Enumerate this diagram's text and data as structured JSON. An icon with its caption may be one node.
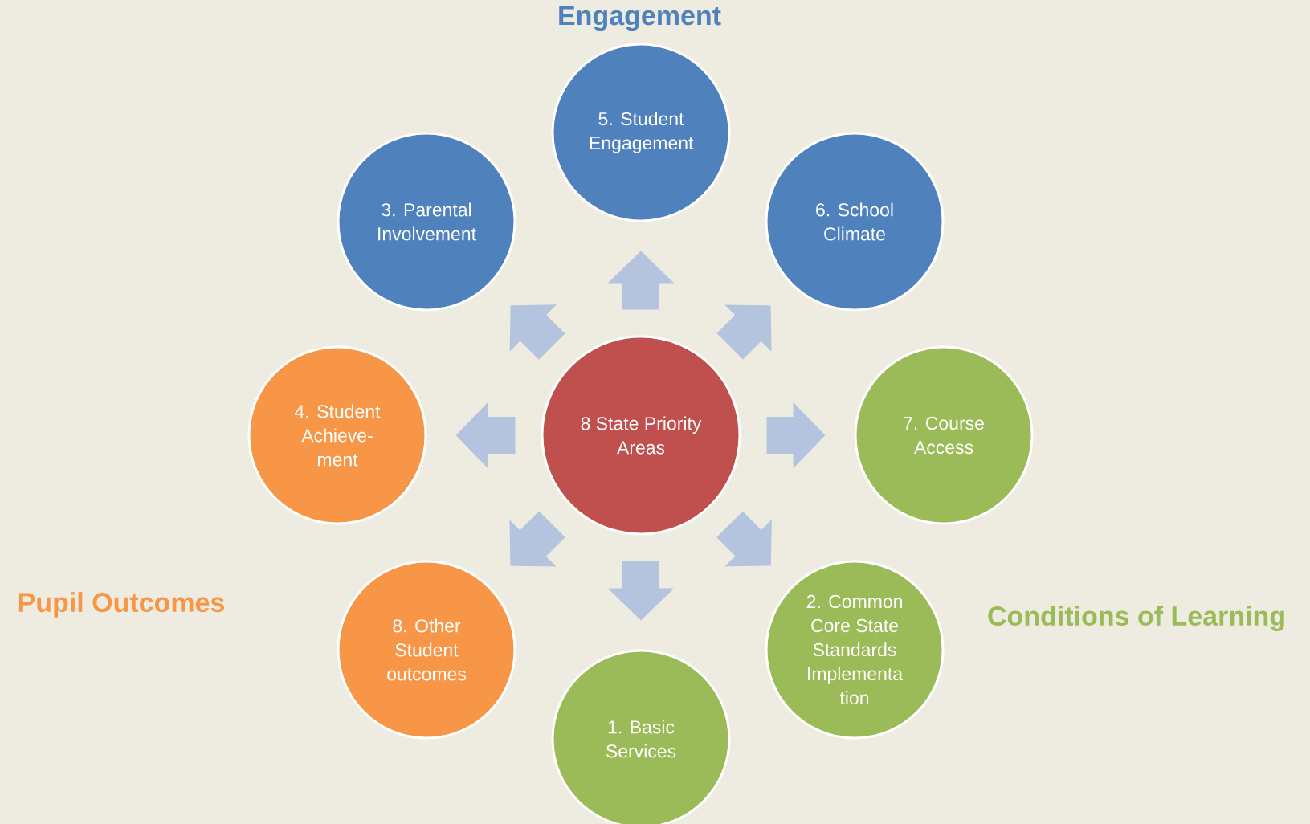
{
  "diagram": {
    "nodes": [
      {
        "text": [
          "5. Student Engagement"
        ]
      },
      {
        "text": [
          "3. Parental Involvement"
        ]
      },
      {
        "text": [
          "6. School Climate"
        ]
      },
      {
        "text": [
          "8 State Priority Areas"
        ]
      },
      {
        "text": [
          "4. Student Achieve- ment"
        ]
      },
      {
        "text": [
          "7. Course Access"
        ]
      },
      {
        "text": [
          "8. Other Student outcomes"
        ]
      },
      {
        "text": [
          "2. Common Core State Standards Implementa tion"
        ]
      },
      {
        "text": [
          "1. Basic Services"
        ]
      }
    ],
    "edges": [
      {
        "from": 3,
        "to": 0,
        "arrow": "to"
      },
      {
        "from": 3,
        "to": 2,
        "arrow": "to"
      },
      {
        "from": 3,
        "to": 5,
        "arrow": "to"
      },
      {
        "from": 3,
        "to": 7,
        "arrow": "to"
      },
      {
        "from": 3,
        "to": 8,
        "arrow": "to"
      },
      {
        "from": 3,
        "to": 6,
        "arrow": "to"
      },
      {
        "from": 3,
        "to": 4,
        "arrow": "to"
      },
      {
        "from": 3,
        "to": 1,
        "arrow": "to"
      }
    ],
    "labels": [
      "Engagement",
      "Pupil Outcomes",
      "Conditions of Learning"
    ]
  }
}
